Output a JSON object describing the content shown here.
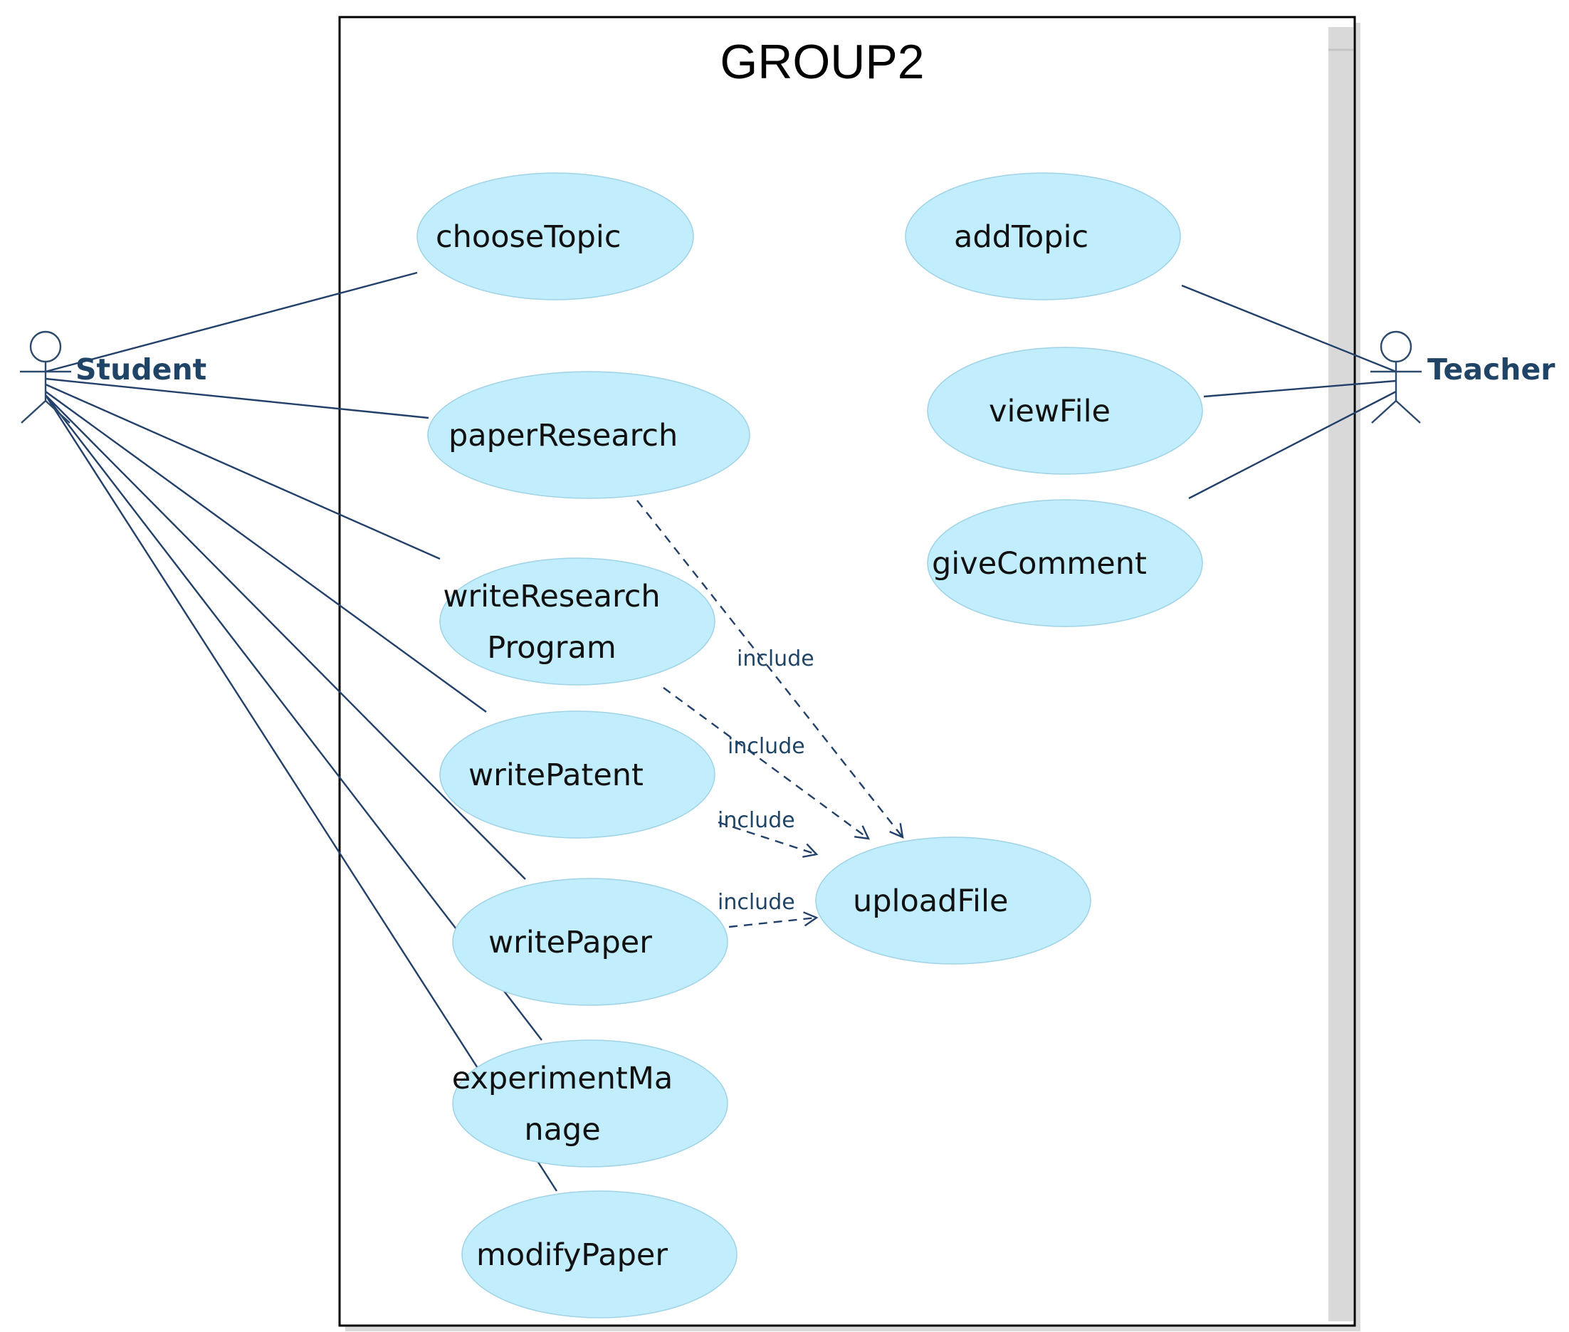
{
  "diagram": {
    "system_title": "GROUP2",
    "colors": {
      "usecase_fill": "#c2edfc",
      "line": "#22406a",
      "actor_label": "#1f4466"
    },
    "actors": [
      {
        "id": "student",
        "label": "Student"
      },
      {
        "id": "teacher",
        "label": "Teacher"
      }
    ],
    "usecases": [
      {
        "id": "chooseTopic",
        "lines": [
          "chooseTopic"
        ]
      },
      {
        "id": "paperResearch",
        "lines": [
          "paperResearch"
        ]
      },
      {
        "id": "writeResearchProgram",
        "lines": [
          "writeResearch",
          "Program"
        ]
      },
      {
        "id": "writePatent",
        "lines": [
          "writePatent"
        ]
      },
      {
        "id": "writePaper",
        "lines": [
          "writePaper"
        ]
      },
      {
        "id": "experimentManage",
        "lines": [
          "experimentMa",
          "nage"
        ]
      },
      {
        "id": "modifyPaper",
        "lines": [
          "modifyPaper"
        ]
      },
      {
        "id": "addTopic",
        "lines": [
          "addTopic"
        ]
      },
      {
        "id": "viewFile",
        "lines": [
          "viewFile"
        ]
      },
      {
        "id": "giveComment",
        "lines": [
          "giveComment"
        ]
      },
      {
        "id": "uploadFile",
        "lines": [
          "uploadFile"
        ]
      }
    ],
    "associations": [
      {
        "actor": "student",
        "usecase": "chooseTopic"
      },
      {
        "actor": "student",
        "usecase": "paperResearch"
      },
      {
        "actor": "student",
        "usecase": "writeResearchProgram"
      },
      {
        "actor": "student",
        "usecase": "writePatent"
      },
      {
        "actor": "student",
        "usecase": "writePaper"
      },
      {
        "actor": "student",
        "usecase": "experimentManage"
      },
      {
        "actor": "student",
        "usecase": "modifyPaper"
      },
      {
        "actor": "teacher",
        "usecase": "addTopic"
      },
      {
        "actor": "teacher",
        "usecase": "viewFile"
      },
      {
        "actor": "teacher",
        "usecase": "giveComment"
      }
    ],
    "includes": [
      {
        "from": "paperResearch",
        "to": "uploadFile",
        "label": "include"
      },
      {
        "from": "writeResearchProgram",
        "to": "uploadFile",
        "label": "include"
      },
      {
        "from": "writePatent",
        "to": "uploadFile",
        "label": "include"
      },
      {
        "from": "writePaper",
        "to": "uploadFile",
        "label": "include"
      }
    ]
  }
}
